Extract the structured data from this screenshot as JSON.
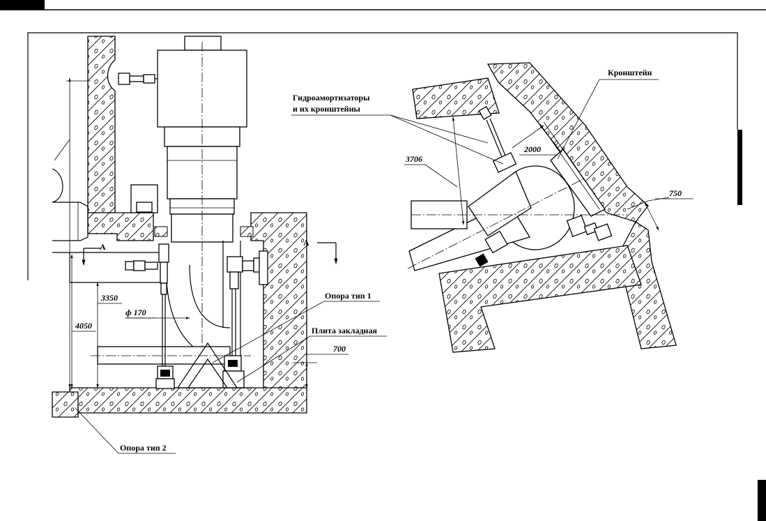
{
  "labels": {
    "hydro_dampers_line1": "Гидроамортизаторы",
    "hydro_dampers_line2": "и их кронштейны",
    "bracket": "Кронштейн",
    "support_type1": "Опора тип 1",
    "embedded_plate": "Плита закладная",
    "support_type2": "Опора тип 2",
    "section_mark_left": "А",
    "section_mark_right": "А"
  },
  "dimensions": {
    "d3706": "3706",
    "d2000": "2000",
    "d750": "750",
    "d3350": "3350",
    "d4050": "4050",
    "d700": "700",
    "pipe_diameter": "ф 170"
  }
}
